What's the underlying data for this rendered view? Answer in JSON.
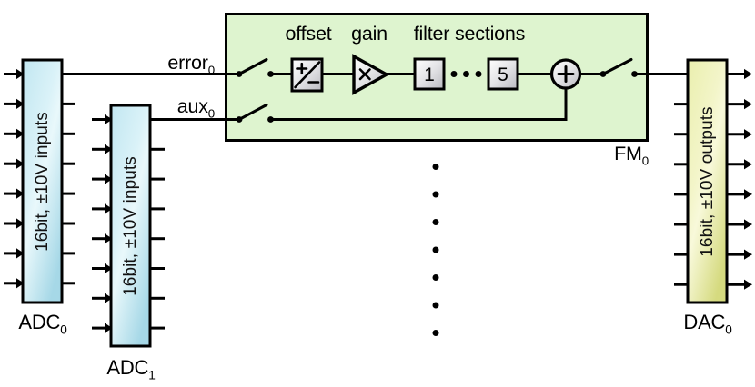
{
  "figure": {
    "background": "#ffffff",
    "colors": {
      "fm_fill": "#def4cf",
      "adc_fill_top": "#c2e7f1",
      "adc_fill_bottom": "#a6d8e7",
      "dac_fill_top": "#eaefae",
      "dac_fill_bottom": "#d5da7f",
      "block_fill": "#e3e3e6",
      "line": "#000000"
    }
  },
  "fm_module": {
    "name_label": {
      "text": "FM",
      "sub": "0"
    },
    "offset_label": "offset",
    "gain_label": "gain",
    "filter_label": "filter sections",
    "filter_first": "1",
    "filter_last": "5",
    "icons": [
      "error-switch-icon",
      "aux-switch-icon",
      "output-switch-icon",
      "offset-plus-icon",
      "offset-minus-icon",
      "offset-slash-icon",
      "gain-multiply-icon",
      "sum-plus-icon",
      "filter-ellipsis-icon",
      "more-modules-ellipsis-icon",
      "arrowhead-icon"
    ]
  },
  "signals": {
    "error": {
      "text": "error",
      "sub": "0"
    },
    "aux": {
      "text": "aux",
      "sub": "0"
    }
  },
  "converters": {
    "adc0": {
      "label": {
        "text": "ADC",
        "sub": "0"
      },
      "description": "16bit, ±10V inputs",
      "channels": 8
    },
    "adc1": {
      "label": {
        "text": "ADC",
        "sub": "1"
      },
      "description": "16bit, ±10V inputs",
      "channels": 8
    },
    "dac0": {
      "label": {
        "text": "DAC",
        "sub": "0"
      },
      "description": "16bit, ±10V outputs",
      "channels": 8
    }
  }
}
